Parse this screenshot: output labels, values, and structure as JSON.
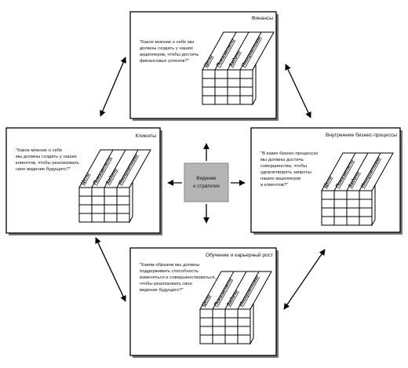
{
  "center": {
    "lines": [
      "Видение",
      "и стратегия"
    ],
    "fill": "#b5b5b5"
  },
  "columns": [
    "Цели",
    "Показатели",
    "Задачи",
    "Инициативы"
  ],
  "panels": {
    "finance": {
      "title": "Финансы",
      "question": [
        "\"Какое мнение о себе мы",
        "должны создать у наших",
        "акционеров, чтобы достичь",
        "финансовых успехов?\""
      ]
    },
    "clients": {
      "title": "Клиенты",
      "question": [
        "\"Какое мнение о себе",
        "мы должны создать у наших",
        "клиентов, чтобы реализовать",
        "свое видение будущего?\""
      ]
    },
    "processes": {
      "title": "Внутренние бизнес-процессы",
      "question": [
        "\"В каких бизнес-процессах",
        "мы должны достичь",
        "совершенства, чтобы",
        "удовлетворить запросы",
        "наших акционеров",
        "и клиентов?\""
      ]
    },
    "learning": {
      "title": "Обучение и карьерный рост",
      "question": [
        "\"Каким образом мы должны",
        "поддерживать способность",
        "изменяться и совершенствоваться,",
        "чтобы реализовать свое",
        "видение будущего?\""
      ]
    }
  }
}
